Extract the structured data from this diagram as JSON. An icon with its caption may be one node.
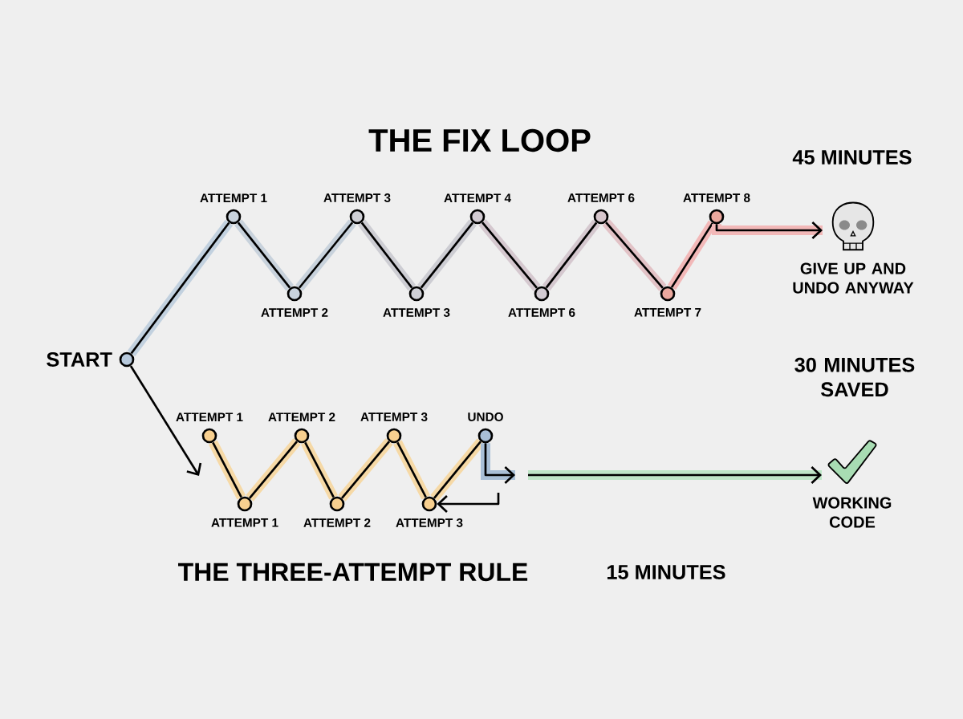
{
  "diagram": {
    "title": "THE FIX LOOP",
    "nodes": [
      {
        "text": [
          "START"
        ]
      },
      {
        "text": [
          "ATTEMPT 1"
        ]
      },
      {
        "text": [
          "ATTEMPT 2"
        ]
      },
      {
        "text": [
          "ATTEMPT 3"
        ]
      },
      {
        "text": [
          "ATTEMPT 3"
        ]
      },
      {
        "text": [
          "ATTEMPT 4"
        ]
      },
      {
        "text": [
          "ATTEMPT 6"
        ]
      },
      {
        "text": [
          "ATTEMPT 6"
        ]
      },
      {
        "text": [
          "ATTEMPT 7"
        ]
      },
      {
        "text": [
          "ATTEMPT 8"
        ]
      },
      {
        "text": [
          "GIVE UP AND UNDO ANYWAY"
        ]
      },
      {
        "text": [
          "ATTEMPT 1"
        ]
      },
      {
        "text": [
          "ATTEMPT 1"
        ]
      },
      {
        "text": [
          "ATTEMPT 2"
        ]
      },
      {
        "text": [
          "ATTEMPT 2"
        ]
      },
      {
        "text": [
          "ATTEMPT 3"
        ]
      },
      {
        "text": [
          "ATTEMPT 3"
        ]
      },
      {
        "text": [
          "UNDO"
        ]
      },
      {
        "text": [
          "WORKING CODE"
        ]
      }
    ],
    "edges": [
      {
        "from": 0,
        "to": 1,
        "arrow": "none"
      },
      {
        "from": 1,
        "to": 2,
        "arrow": "none"
      },
      {
        "from": 2,
        "to": 3,
        "arrow": "none"
      },
      {
        "from": 3,
        "to": 4,
        "arrow": "none"
      },
      {
        "from": 4,
        "to": 5,
        "arrow": "none"
      },
      {
        "from": 5,
        "to": 6,
        "arrow": "none"
      },
      {
        "from": 6,
        "to": 7,
        "arrow": "none"
      },
      {
        "from": 7,
        "to": 8,
        "arrow": "none"
      },
      {
        "from": 8,
        "to": 9,
        "arrow": "none"
      },
      {
        "from": 9,
        "to": 10,
        "arrow": "to"
      },
      {
        "from": 0,
        "to": null,
        "arrow": "to",
        "color": "#000000"
      },
      {
        "from": 11,
        "to": 12,
        "arrow": "none"
      },
      {
        "from": 12,
        "to": 13,
        "arrow": "none"
      },
      {
        "from": 13,
        "to": 14,
        "arrow": "none"
      },
      {
        "from": 14,
        "to": 15,
        "arrow": "none"
      },
      {
        "from": 15,
        "to": 16,
        "arrow": "none"
      },
      {
        "from": 16,
        "to": 17,
        "arrow": "none"
      },
      {
        "from": 17,
        "to": null,
        "arrow": "to"
      },
      {
        "from": null,
        "to": 18,
        "arrow": "to"
      },
      {
        "from": null,
        "to": 16,
        "arrow": "to",
        "color": "#000000"
      }
    ],
    "labels": [
      "45 MINUTES",
      "30 MINUTES SAVED",
      "THE THREE-ATTEMPT RULE",
      "15 MINUTES"
    ]
  }
}
